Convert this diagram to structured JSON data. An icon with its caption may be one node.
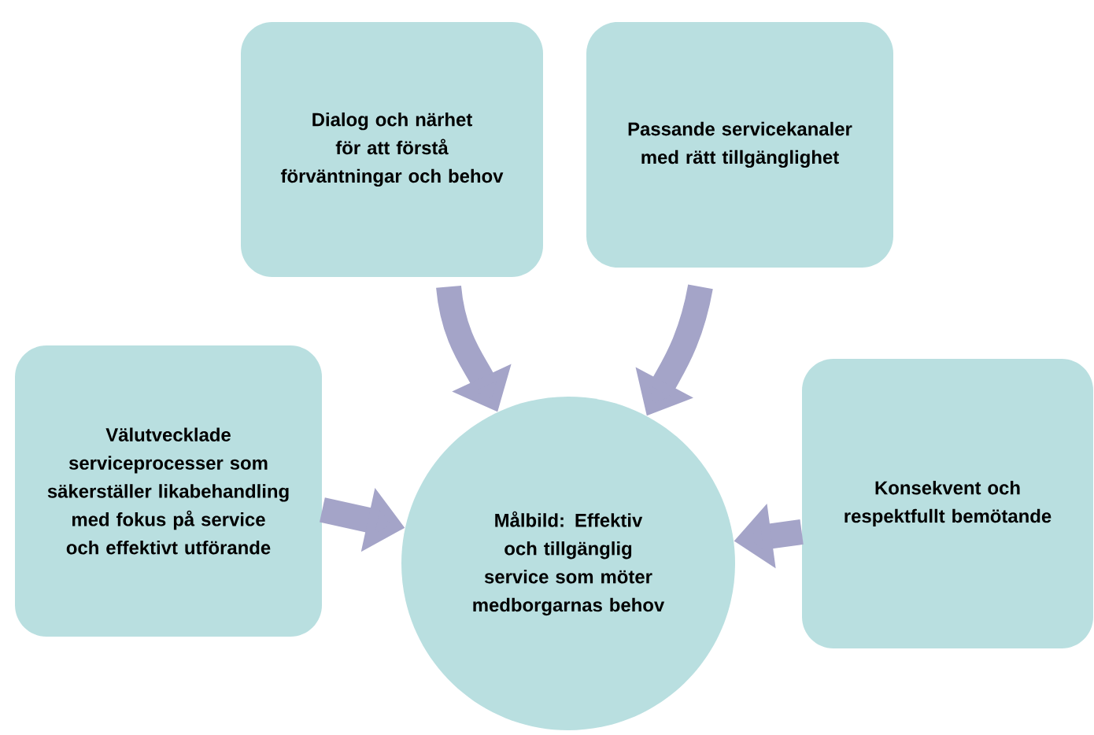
{
  "diagram": {
    "nodes": [
      {
        "text": [
          "Dialog och närhet för att förstå förväntningar och behov"
        ]
      },
      {
        "text": [
          "Passande servicekanaler med rätt tillgänglighet"
        ]
      },
      {
        "text": [
          "Välutvecklade serviceprocesser som säkerställer likabehandling med fokus på service och effektivt utförande"
        ]
      },
      {
        "text": [
          "Konsekvent och respektfullt bemötande"
        ]
      },
      {
        "text": [
          "Målbild: Effektiv och tillgänglig service som möter medborgarnas behov"
        ]
      }
    ],
    "edges": [
      {
        "from": 0,
        "to": 4,
        "arrow": "to"
      },
      {
        "from": 1,
        "to": 4,
        "arrow": "to"
      },
      {
        "from": 2,
        "to": 4,
        "arrow": "to"
      },
      {
        "from": 3,
        "to": 4,
        "arrow": "to"
      }
    ]
  }
}
